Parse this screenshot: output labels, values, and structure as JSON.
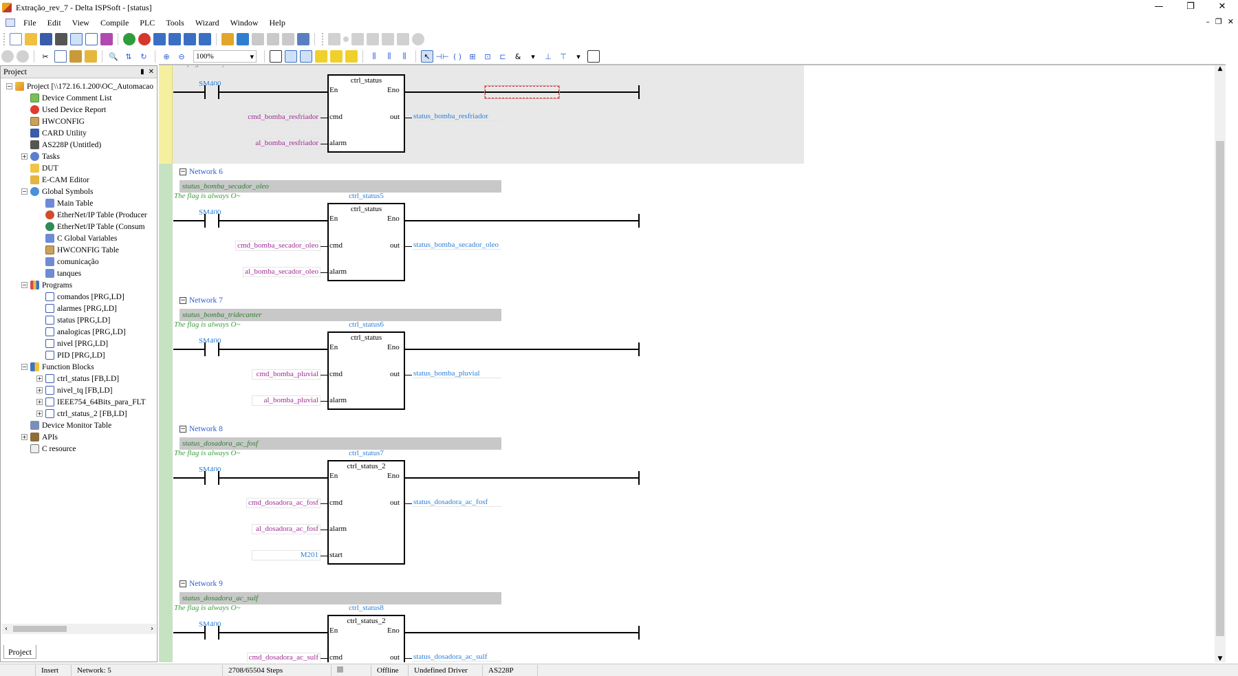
{
  "window": {
    "title": "Extração_rev_7 - Delta ISPSoft - [status]",
    "controls": [
      "—",
      "❐",
      "✕"
    ]
  },
  "menu": {
    "items": [
      "File",
      "Edit",
      "View",
      "Compile",
      "PLC",
      "Tools",
      "Wizard",
      "Window",
      "Help"
    ],
    "mdi_controls": [
      "–",
      "❐",
      "✕"
    ]
  },
  "toolbar": {
    "zoom": "100%",
    "ampersand": "&"
  },
  "project_panel": {
    "title": "Project",
    "pin": "📌",
    "close": "✕",
    "tab": "Project",
    "tree": [
      {
        "label": "Project [\\\\172.16.1.200\\OC_Automacao",
        "icon": "ico-proj",
        "exp": "−",
        "level": 0
      },
      {
        "label": "Device Comment List",
        "icon": "ico-doc",
        "exp": "",
        "level": 1
      },
      {
        "label": "Used Device Report",
        "icon": "ico-red",
        "exp": "",
        "level": 1
      },
      {
        "label": "HWCONFIG",
        "icon": "ico-hw",
        "exp": "",
        "level": 1
      },
      {
        "label": "CARD Utility",
        "icon": "ico-card",
        "exp": "",
        "level": 1
      },
      {
        "label": "AS228P  (Untitled)",
        "icon": "ico-chip",
        "exp": "",
        "level": 1
      },
      {
        "label": "Tasks",
        "icon": "ico-gear",
        "exp": "+",
        "level": 1
      },
      {
        "label": "DUT",
        "icon": "ico-dut",
        "exp": "",
        "level": 1
      },
      {
        "label": "E-CAM Editor",
        "icon": "ico-ecam",
        "exp": "",
        "level": 1
      },
      {
        "label": "Global Symbols",
        "icon": "ico-globe",
        "exp": "−",
        "level": 1
      },
      {
        "label": "Main Table",
        "icon": "ico-table",
        "exp": "",
        "level": 2
      },
      {
        "label": "EtherNet/IP Table (Producer",
        "icon": "ico-eip",
        "exp": "",
        "level": 2
      },
      {
        "label": "EtherNet/IP Table (Consum",
        "icon": "ico-eip2",
        "exp": "",
        "level": 2
      },
      {
        "label": "C Global Variables",
        "icon": "ico-table",
        "exp": "",
        "level": 2
      },
      {
        "label": "HWCONFIG Table",
        "icon": "ico-hw",
        "exp": "",
        "level": 2
      },
      {
        "label": "comunicação",
        "icon": "ico-table",
        "exp": "",
        "level": 2
      },
      {
        "label": "tanques",
        "icon": "ico-table",
        "exp": "",
        "level": 2
      },
      {
        "label": "Programs",
        "icon": "ico-cbox",
        "exp": "−",
        "level": 1
      },
      {
        "label": "comandos [PRG,LD]",
        "icon": "ico-prg",
        "exp": "",
        "level": 2
      },
      {
        "label": "alarmes [PRG,LD]",
        "icon": "ico-prg",
        "exp": "",
        "level": 2
      },
      {
        "label": "status [PRG,LD]",
        "icon": "ico-prg",
        "exp": "",
        "level": 2
      },
      {
        "label": "analogicas [PRG,LD]",
        "icon": "ico-prg",
        "exp": "",
        "level": 2
      },
      {
        "label": "nivel [PRG,LD]",
        "icon": "ico-prg",
        "exp": "",
        "level": 2
      },
      {
        "label": "PID [PRG,LD]",
        "icon": "ico-prg",
        "exp": "",
        "level": 2
      },
      {
        "label": "Function Blocks",
        "icon": "ico-fb",
        "exp": "−",
        "level": 1
      },
      {
        "label": "ctrl_status [FB,LD]",
        "icon": "ico-prg",
        "exp": "+",
        "level": 2
      },
      {
        "label": "nivel_tq [FB,LD]",
        "icon": "ico-prg",
        "exp": "+",
        "level": 2
      },
      {
        "label": "IEEE754_64Bits_para_FLT",
        "icon": "ico-prg",
        "exp": "+",
        "level": 2
      },
      {
        "label": "ctrl_status_2 [FB,LD]",
        "icon": "ico-prg",
        "exp": "+",
        "level": 2
      },
      {
        "label": "Device Monitor Table",
        "icon": "ico-mon",
        "exp": "",
        "level": 1
      },
      {
        "label": "APIs",
        "icon": "ico-api",
        "exp": "+",
        "level": 1
      },
      {
        "label": "C resource",
        "icon": "ico-cres",
        "exp": "",
        "level": 1
      }
    ]
  },
  "ladder": {
    "common": {
      "flag_comment": "The flag is always O~",
      "contact": "SM400",
      "pin_en": "En",
      "pin_eno": "Eno",
      "pin_cmd": "cmd",
      "pin_alarm": "alarm",
      "pin_out": "out",
      "pin_start": "start"
    },
    "network5": {
      "fb_type": "ctrl_status",
      "cmd": "cmd_bomba_resfriador",
      "alarm": "al_bomba_resfriador",
      "out": "status_bomba_resfriador"
    },
    "networks": [
      {
        "header": "Network 6",
        "comment": "status_bomba_secador_oleo",
        "instance": "ctrl_status5",
        "fb_type": "ctrl_status",
        "cmd": "cmd_bomba_secador_oleo",
        "alarm": "al_bomba_secador_oleo",
        "out": "status_bomba_secador_oleo"
      },
      {
        "header": "Network 7",
        "comment": "status_bomba_tridecanter",
        "instance": "ctrl_status6",
        "fb_type": "ctrl_status",
        "cmd": "cmd_bomba_pluvial",
        "alarm": "al_bomba_pluvial",
        "out": "status_bomba_pluvial"
      },
      {
        "header": "Network 8",
        "comment": "status_dosadora_ac_fosf",
        "instance": "ctrl_status7",
        "fb_type": "ctrl_status_2",
        "cmd": "cmd_dosadora_ac_fosf",
        "alarm": "al_dosadora_ac_fosf",
        "start": "M201",
        "out": "status_dosadora_ac_fosf"
      },
      {
        "header": "Network 9",
        "comment": "status_dosadora_ac_sulf",
        "instance": "ctrl_status8",
        "fb_type": "ctrl_status_2",
        "cmd": "cmd_dosadora_ac_sulf",
        "out": "status_dosadora_ac_sulf"
      }
    ]
  },
  "statusbar": {
    "mode": "Insert",
    "network": "Network: 5",
    "steps": "2708/65504 Steps",
    "online": "Offline",
    "driver": "Undefined Driver",
    "plc": "AS228P"
  }
}
